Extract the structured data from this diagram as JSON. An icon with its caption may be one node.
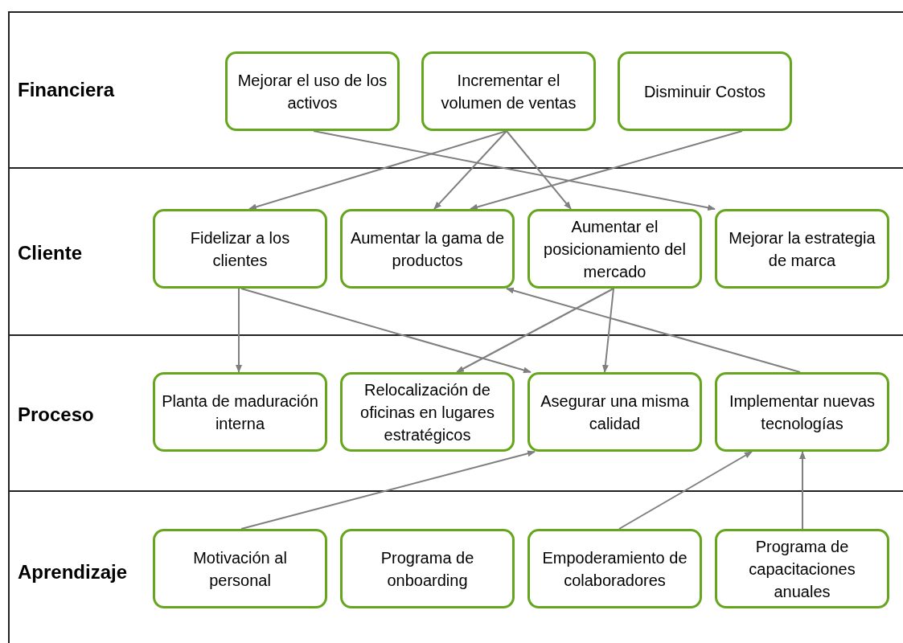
{
  "diagram": {
    "nodes": [
      {
        "text": [
          "Mejorar el uso de los activos"
        ]
      },
      {
        "text": [
          "Incrementar el volumen de ventas"
        ]
      },
      {
        "text": [
          "Disminuir Costos"
        ]
      },
      {
        "text": [
          "Fidelizar a los clientes"
        ]
      },
      {
        "text": [
          "Aumentar la gama de productos"
        ]
      },
      {
        "text": [
          "Aumentar el posicionamiento del mercado"
        ]
      },
      {
        "text": [
          "Mejorar la estrategia de marca"
        ]
      },
      {
        "text": [
          "Planta de maduración interna"
        ]
      },
      {
        "text": [
          "Relocalización de oficinas en lugares estratégicos"
        ]
      },
      {
        "text": [
          "Asegurar una misma calidad"
        ]
      },
      {
        "text": [
          "Implementar nuevas tecnologías"
        ]
      },
      {
        "text": [
          "Motivación al personal"
        ]
      },
      {
        "text": [
          "Programa de onboarding"
        ]
      },
      {
        "text": [
          "Empoderamiento de colaboradores"
        ]
      },
      {
        "text": [
          "Programa de capacitaciones anuales"
        ]
      }
    ],
    "edges": [
      {
        "from": 0,
        "to": 6,
        "arrow": "to"
      },
      {
        "from": 1,
        "to": 3,
        "arrow": "to"
      },
      {
        "from": 1,
        "to": 4,
        "arrow": "to"
      },
      {
        "from": 1,
        "to": 5,
        "arrow": "to"
      },
      {
        "from": 2,
        "to": 4,
        "arrow": "to"
      },
      {
        "from": 3,
        "to": 7,
        "arrow": "to"
      },
      {
        "from": 3,
        "to": 9,
        "arrow": "to"
      },
      {
        "from": 5,
        "to": 8,
        "arrow": "to"
      },
      {
        "from": 5,
        "to": 9,
        "arrow": "to"
      },
      {
        "from": 10,
        "to": 4,
        "arrow": "to"
      },
      {
        "from": 11,
        "to": 9,
        "arrow": "to"
      },
      {
        "from": 13,
        "to": 10,
        "arrow": "to"
      },
      {
        "from": 14,
        "to": 10,
        "arrow": "to"
      }
    ],
    "labels": [
      "Financiera",
      "Cliente",
      "Proceso",
      "Aprendizaje"
    ]
  }
}
